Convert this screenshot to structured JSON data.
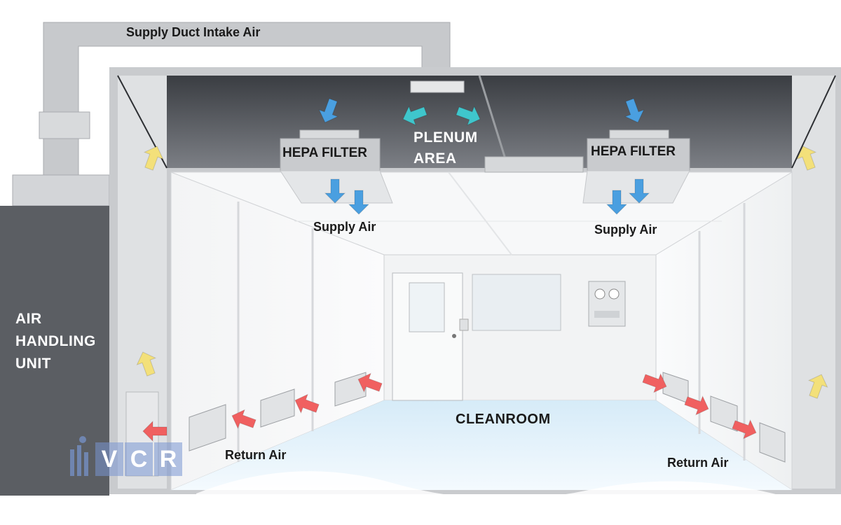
{
  "labels": {
    "supply_duct": "Supply Duct Intake Air",
    "plenum_line1": "PLENUM",
    "plenum_line2": "AREA",
    "hepa_left": "HEPA FILTER",
    "hepa_right": "HEPA FILTER",
    "supply_air_left": "Supply Air",
    "supply_air_right": "Supply Air",
    "ahu_line1": "AIR",
    "ahu_line2": "HANDLING",
    "ahu_line3": "UNIT",
    "cleanroom": "CLEANROOM",
    "return_air_left": "Return Air",
    "return_air_right": "Return Air"
  },
  "logo": {
    "v": "V",
    "c": "C",
    "r": "R"
  },
  "colors": {
    "supply_arrow": "#4a9fe0",
    "plenum_arrow": "#3fc6cc",
    "return_arrow": "#f06060",
    "intake_arrow": "#f3e07a",
    "duct": "#c7c9cc",
    "ahu": "#5b5e63",
    "floor": "#cfe6f5"
  }
}
